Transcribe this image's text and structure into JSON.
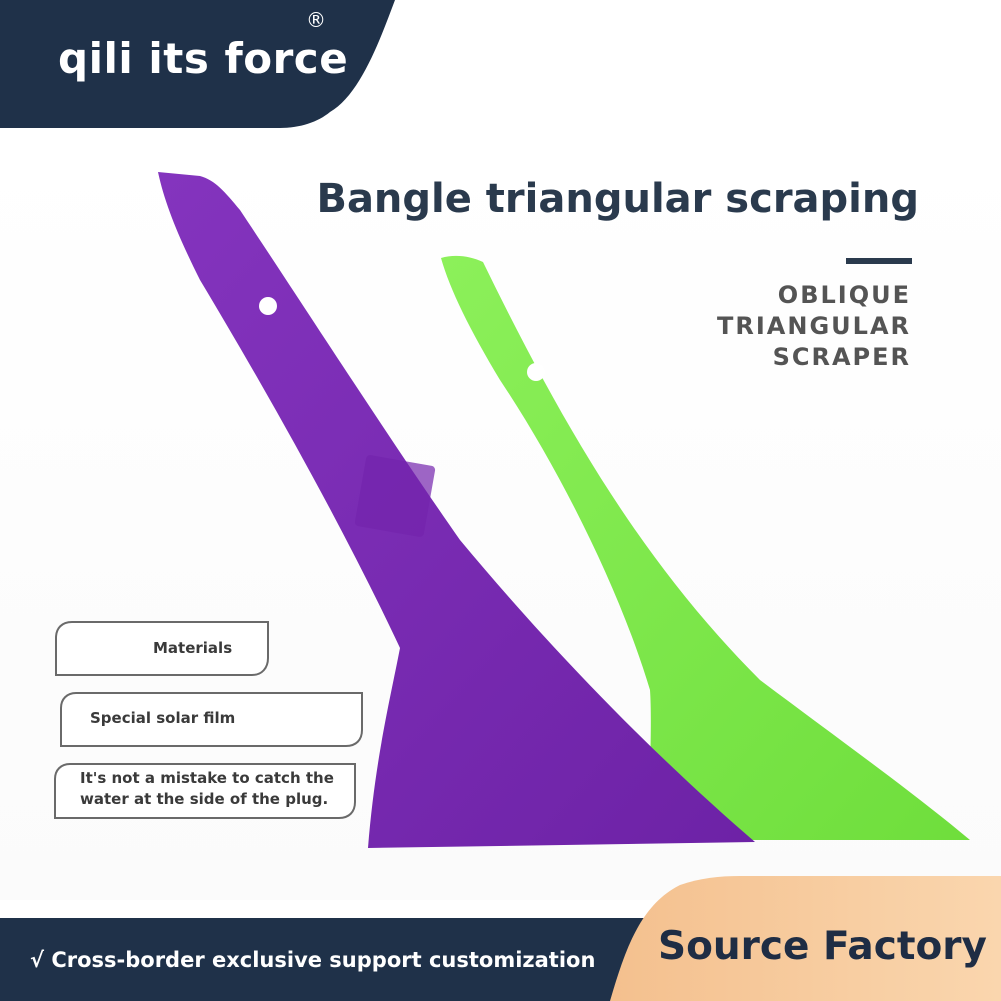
{
  "brand": {
    "name": "qili its force",
    "registered_mark": "®"
  },
  "product": {
    "headline": "Bangle triangular scraping",
    "subtitle_lines": [
      "OBLIQUE",
      "TRIANGULAR",
      "SCRAPER"
    ],
    "scrapers": [
      {
        "color_name": "purple",
        "color": "#7a28b0"
      },
      {
        "color_name": "green",
        "color": "#7ee84a"
      }
    ]
  },
  "callouts": {
    "materials_label": "Materials",
    "material_value": "Special solar film",
    "note_line_1": "It's not a mistake to catch the",
    "note_line_2": "water at the side of the plug."
  },
  "footer": {
    "left_text": "√ Cross-border exclusive support customization",
    "right_text": "Source Factory"
  },
  "colors": {
    "navy": "#1f3149",
    "peach": "#f6c89a",
    "headline": "#2a3a4d",
    "subtitle": "#545454"
  }
}
